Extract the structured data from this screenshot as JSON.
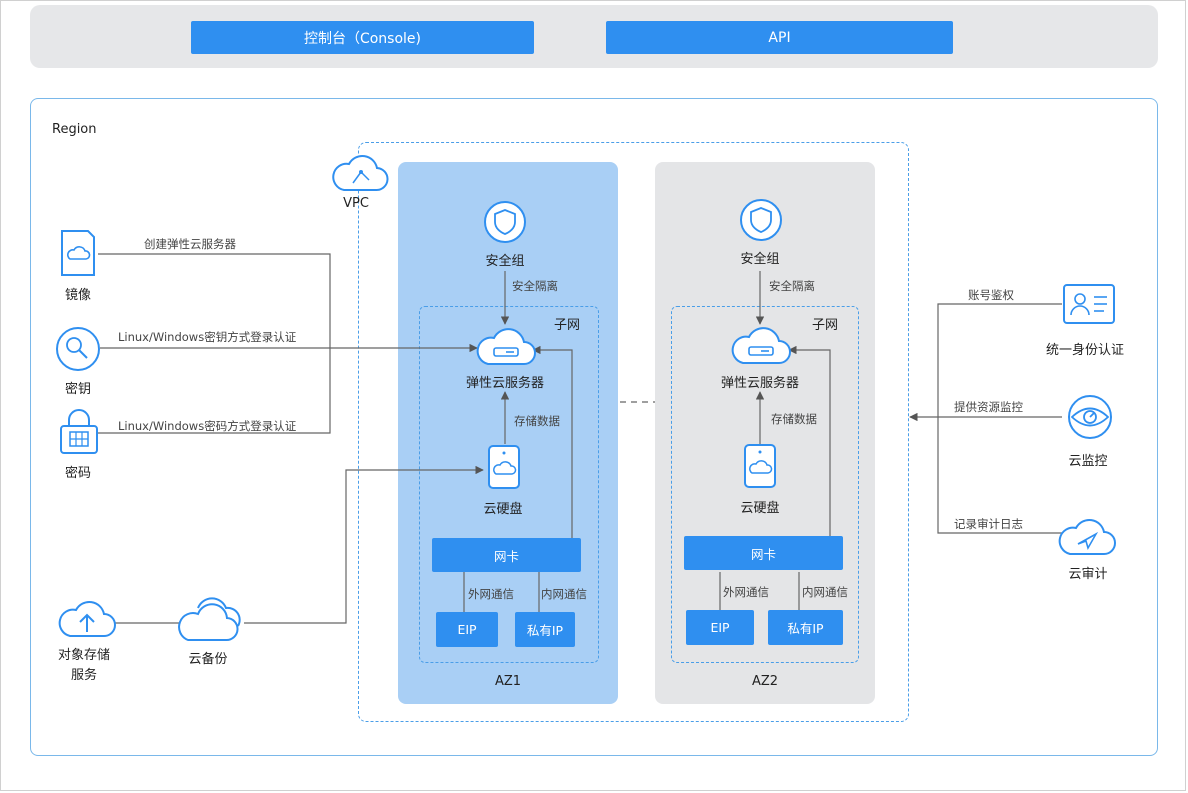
{
  "top": {
    "console_label": "控制台（Console)",
    "api_label": "API"
  },
  "region": {
    "label": "Region"
  },
  "vpc": {
    "label": "VPC"
  },
  "left": {
    "image_label": "镜像",
    "key_label": "密钥",
    "password_label": "密码",
    "oss_label_line1": "对象存储",
    "oss_label_line2": "服务",
    "backup_label": "云备份",
    "create_ecs_text": "创建弹性云服务器",
    "key_login_text": "Linux/Windows密钥方式登录认证",
    "pwd_login_text": "Linux/Windows密码方式登录认证"
  },
  "az": [
    {
      "label": "AZ1",
      "security_group": "安全组",
      "isolation": "安全隔离",
      "subnet": "子网",
      "ecs": "弹性云服务器",
      "storage_data": "存储数据",
      "disk": "云硬盘",
      "nic": "网卡",
      "external_comm": "外网通信",
      "internal_comm": "内网通信",
      "eip": "EIP",
      "private_ip": "私有IP"
    },
    {
      "label": "AZ2",
      "security_group": "安全组",
      "isolation": "安全隔离",
      "subnet": "子网",
      "ecs": "弹性云服务器",
      "storage_data": "存储数据",
      "disk": "云硬盘",
      "nic": "网卡",
      "external_comm": "外网通信",
      "internal_comm": "内网通信",
      "eip": "EIP",
      "private_ip": "私有IP"
    }
  ],
  "right": {
    "iam_label": "统一身份认证",
    "ces_label": "云监控",
    "cts_label": "云审计",
    "auth_text": "账号鉴权",
    "monitor_text": "提供资源监控",
    "audit_text": "记录审计日志"
  },
  "colors": {
    "accent": "#2f8ff0",
    "line": "#555555",
    "az1_bg": "#a9cff5",
    "az2_bg": "#e4e5e7"
  }
}
